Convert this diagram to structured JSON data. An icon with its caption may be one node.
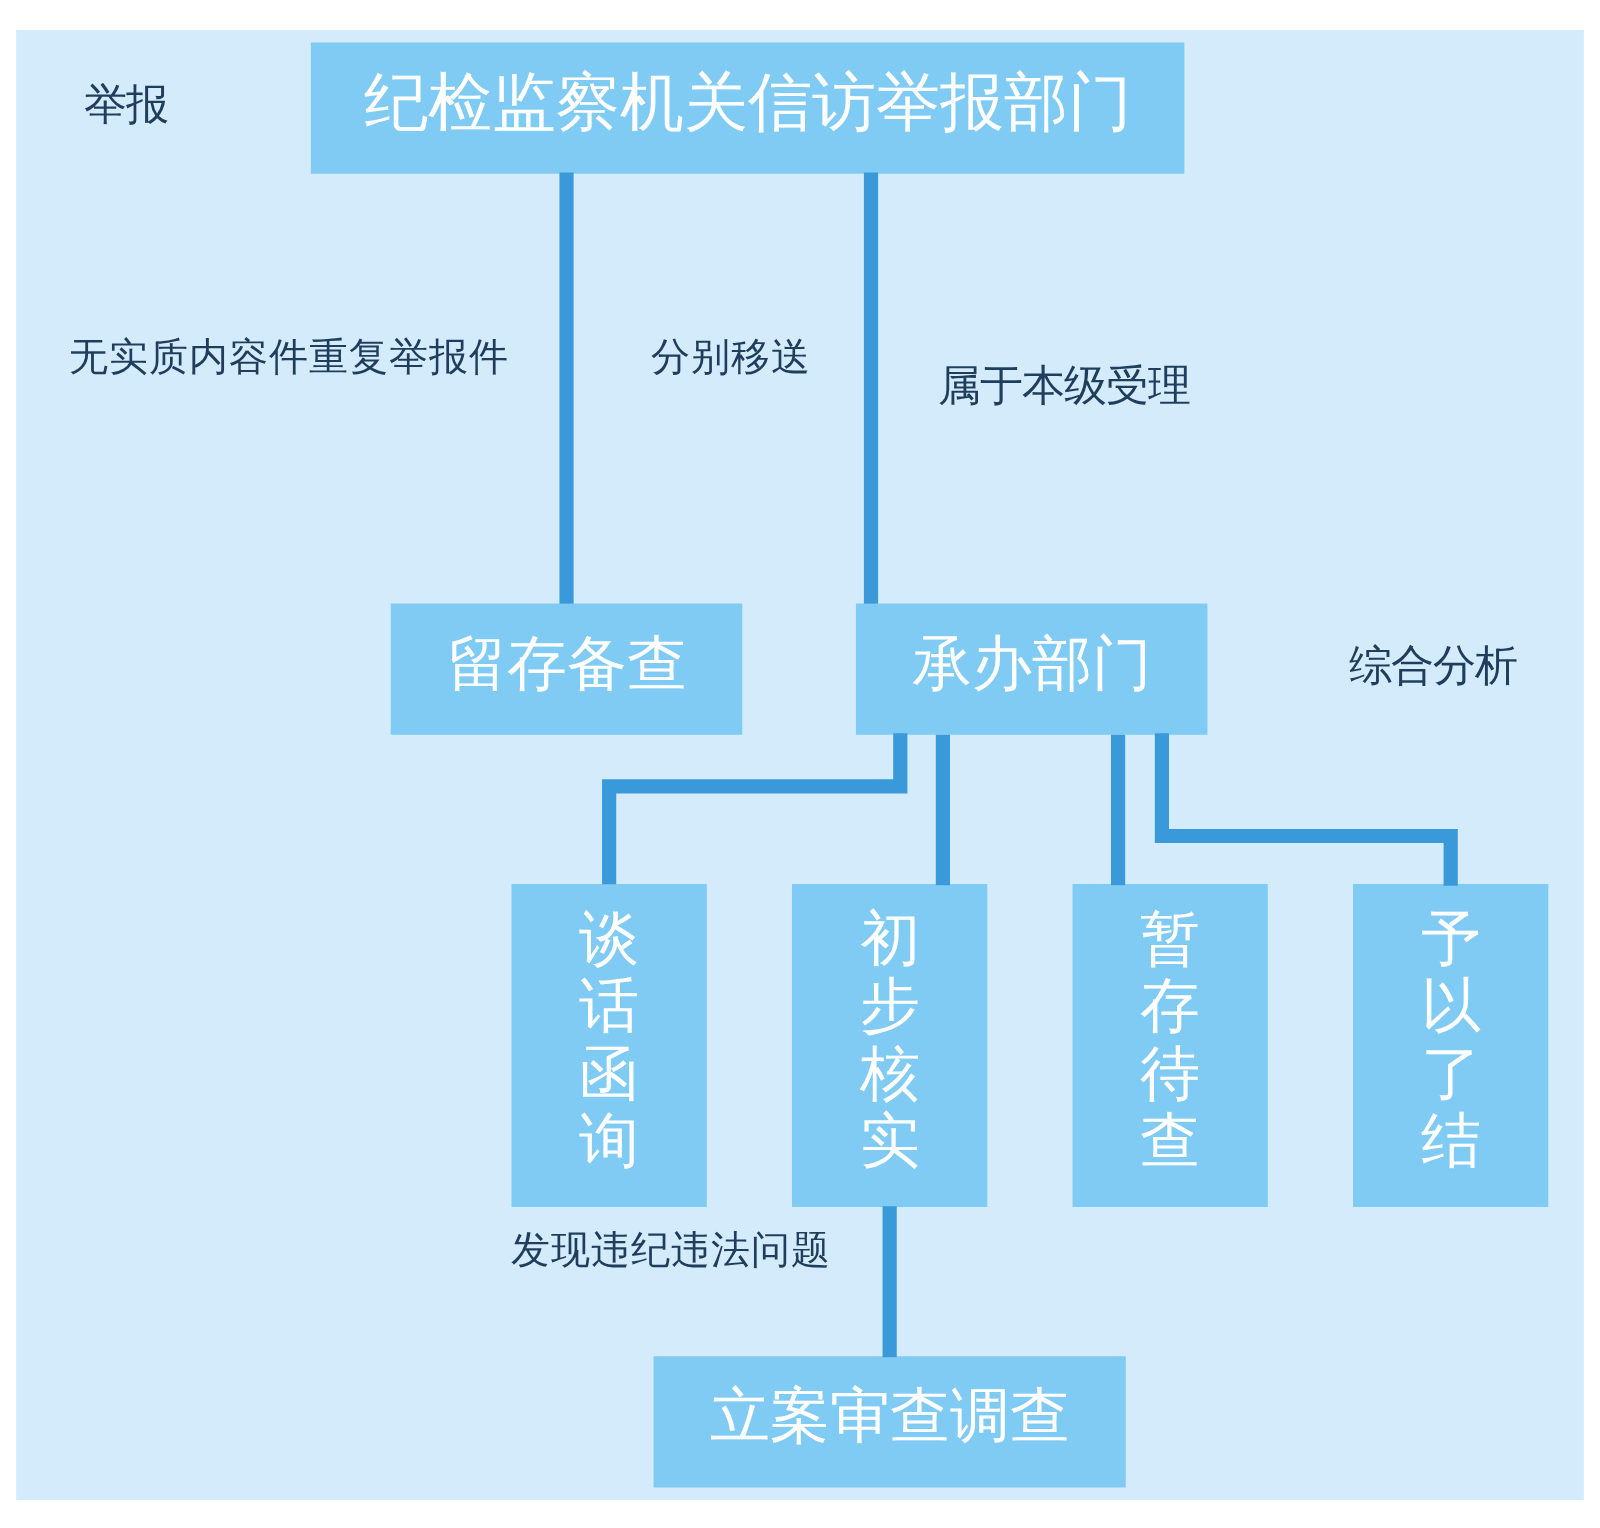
{
  "diagram": {
    "nodes": [
      {
        "text": [
          "纪检监察机关信访举报部门"
        ]
      },
      {
        "text": [
          "留存备查"
        ]
      },
      {
        "text": [
          "承办部门"
        ]
      },
      {
        "text": [
          "谈话函询"
        ]
      },
      {
        "text": [
          "初步核实"
        ]
      },
      {
        "text": [
          "暂存待查"
        ]
      },
      {
        "text": [
          "予以了结"
        ]
      },
      {
        "text": [
          "立案审查调查"
        ]
      }
    ],
    "edges": [
      {
        "from": 0,
        "to": 1,
        "arrow": "none",
        "label": "无实质内容件重复举报件"
      },
      {
        "from": 0,
        "to": 2,
        "arrow": "none",
        "label": "分别移送"
      },
      {
        "from": 2,
        "to": 3,
        "arrow": "none"
      },
      {
        "from": 2,
        "to": 4,
        "arrow": "none"
      },
      {
        "from": 2,
        "to": 5,
        "arrow": "none"
      },
      {
        "from": 2,
        "to": 6,
        "arrow": "none"
      },
      {
        "from": 4,
        "to": 7,
        "arrow": "none",
        "label": "发现违纪违法问题"
      }
    ],
    "labels": [
      "举报",
      "属于本级受理",
      "综合分析"
    ]
  }
}
